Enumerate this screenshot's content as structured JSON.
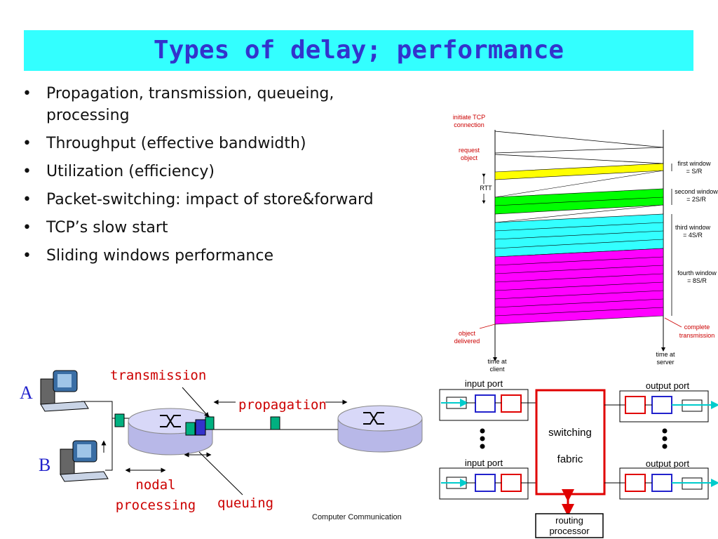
{
  "slide": {
    "title": "Types of delay; performance",
    "bullets": [
      "Propagation, transmission, queueing,",
      "processing",
      "Throughput (effective bandwidth)",
      "Utilization (efficiency)",
      "Packet-switching: impact of store&forward",
      "TCP’s slow start",
      "Sliding windows performance"
    ],
    "footer": "Computer Communication"
  },
  "tcp_diagram": {
    "initiate": [
      "initiate TCP",
      "connection"
    ],
    "request": [
      "request",
      "object"
    ],
    "rtt": "RTT",
    "windows": [
      {
        "line1": "first window",
        "line2": "= S/R",
        "color": "#ffff00"
      },
      {
        "line1": "second window",
        "line2": "= 2S/R",
        "color": "#00ff00"
      },
      {
        "line1": "third window",
        "line2": "= 4S/R",
        "color": "#33ffff"
      },
      {
        "line1": "fourth window",
        "line2": "= 8S/R",
        "color": "#ff00ff"
      }
    ],
    "object_delivered": [
      "object",
      "delivered"
    ],
    "complete": [
      "complete",
      "transmission"
    ],
    "time_client": [
      "time at",
      "client"
    ],
    "time_server": [
      "time at",
      "server"
    ],
    "label_color": "#cc0000"
  },
  "delay_diagram": {
    "host_a": "A",
    "host_b": "B",
    "transmission": "transmission",
    "propagation": "propagation",
    "nodal": [
      "nodal",
      "processing"
    ],
    "queuing": "queuing",
    "label_color": "#cc0000",
    "host_label_color": "#2222cc",
    "router_color": "#c8c8f0",
    "packet_color": "#00b080"
  },
  "router_diagram": {
    "input_port": "input port",
    "output_port": "output port",
    "switching": "switching",
    "fabric": "fabric",
    "routing": [
      "routing",
      "processor"
    ],
    "accent": "#e00000"
  }
}
